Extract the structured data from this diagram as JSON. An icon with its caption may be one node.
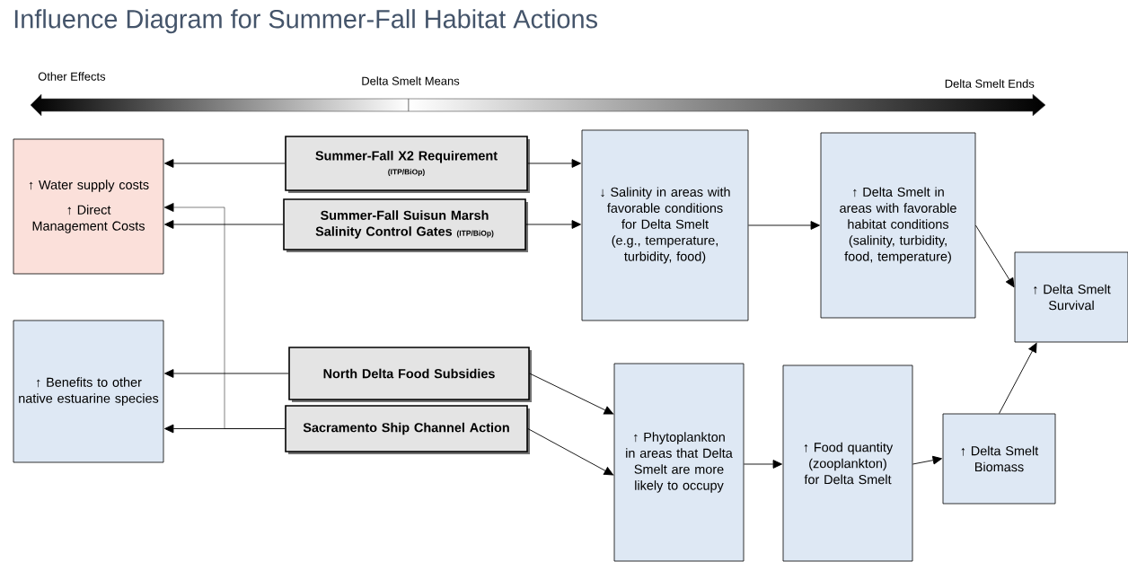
{
  "diagram": {
    "title": "Influence Diagram for Summer-Fall Habitat Actions",
    "nodes": [
      {
        "text": [
          "↑ Water supply costs",
          "↑ Direct Management Costs"
        ]
      },
      {
        "text": [
          "↑ Benefits to other native estuarine species"
        ]
      },
      {
        "text": [
          "Summer-Fall X2 Requirement",
          "(ITP/BiOp)"
        ]
      },
      {
        "text": [
          "Summer-Fall Suisun Marsh Salinity Control Gates",
          "(ITP/BiOp)"
        ]
      },
      {
        "text": [
          "North Delta Food Subsidies"
        ]
      },
      {
        "text": [
          "Sacramento Ship Channel Action"
        ]
      },
      {
        "text": [
          "↓ Salinity in areas with favorable conditions for Delta Smelt",
          "(e.g., temperature, turbidity, food)"
        ]
      },
      {
        "text": [
          "↑ Delta Smelt in areas with favorable habitat conditions (salinity, turbidity, food, temperature)"
        ]
      },
      {
        "text": [
          "↑ Delta Smelt Survival"
        ]
      },
      {
        "text": [
          "↑ Phytoplankton in areas that Delta Smelt are more likely to occupy"
        ]
      },
      {
        "text": [
          "↑ Food quantity (zooplankton) for Delta Smelt"
        ]
      },
      {
        "text": [
          "↑ Delta Smelt Biomass"
        ]
      }
    ],
    "edges": [
      {
        "from": 2,
        "to": 0,
        "arrow": "to"
      },
      {
        "from": 2,
        "to": 6,
        "arrow": "to"
      },
      {
        "from": 3,
        "to": 0,
        "arrow": "to"
      },
      {
        "from": 3,
        "to": 6,
        "arrow": "to"
      },
      {
        "from": 4,
        "to": 1,
        "arrow": "to"
      },
      {
        "from": 4,
        "to": 9,
        "arrow": "to"
      },
      {
        "from": 5,
        "to": 1,
        "arrow": "to"
      },
      {
        "from": 5,
        "to": 0,
        "arrow": "to"
      },
      {
        "from": 5,
        "to": 9,
        "arrow": "to"
      },
      {
        "from": 6,
        "to": 7,
        "arrow": "to"
      },
      {
        "from": 7,
        "to": 8,
        "arrow": "to"
      },
      {
        "from": 9,
        "to": 10,
        "arrow": "to"
      },
      {
        "from": 10,
        "to": 11,
        "arrow": "to"
      },
      {
        "from": 11,
        "to": 8,
        "arrow": "to"
      }
    ],
    "labels": [
      "Other Effects",
      "Delta Smelt Means",
      "Delta Smelt Ends"
    ]
  }
}
